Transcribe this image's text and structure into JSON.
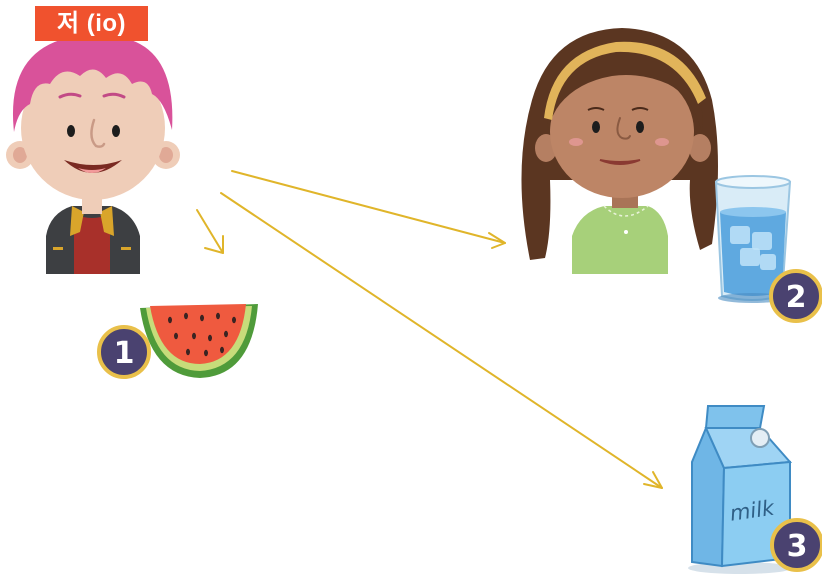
{
  "speaker": {
    "label": "저 (io)"
  },
  "items": [
    {
      "number": "1",
      "icon": "watermelon-icon"
    },
    {
      "number": "2",
      "icon": "water-glass-icon"
    },
    {
      "number": "3",
      "icon": "milk-carton-icon"
    }
  ],
  "milk": {
    "word": "milk"
  },
  "colors": {
    "tag": "#f0522e",
    "arrow": "#e0b52a",
    "badge_fill": "#4a4270",
    "badge_ring": "#e9c04a"
  }
}
